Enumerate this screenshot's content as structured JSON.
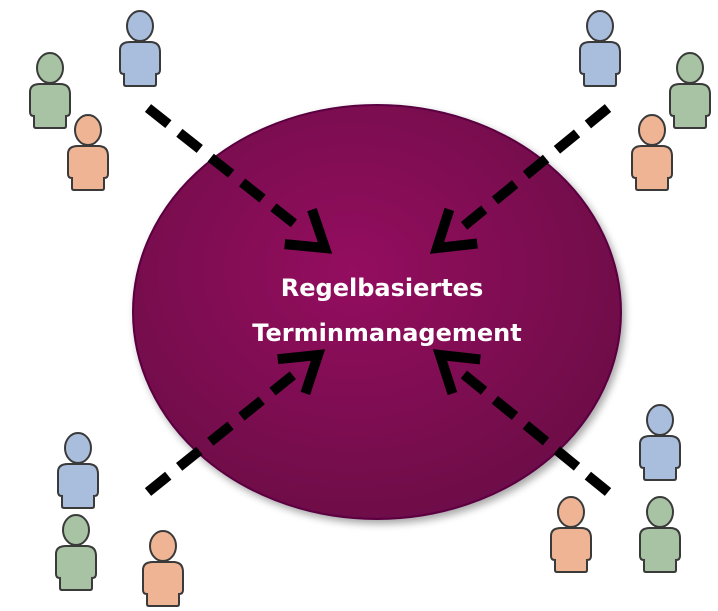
{
  "center": {
    "line1": "Regelbasiertes",
    "line2": "Terminmanagement",
    "fill_color": "#8a0a5c",
    "edge_color": "#5a0440"
  },
  "person_colors": {
    "blue": "#a9bddc",
    "green": "#a7c3a4",
    "orange": "#efb494",
    "outline": "#3a3a3a"
  },
  "arrow_color": "#000000",
  "groups": [
    {
      "name": "top-left",
      "people": [
        "blue",
        "green",
        "orange"
      ]
    },
    {
      "name": "top-right",
      "people": [
        "blue",
        "green",
        "orange"
      ]
    },
    {
      "name": "bottom-left",
      "people": [
        "blue",
        "green",
        "orange"
      ]
    },
    {
      "name": "bottom-right",
      "people": [
        "blue",
        "orange",
        "green"
      ]
    }
  ]
}
